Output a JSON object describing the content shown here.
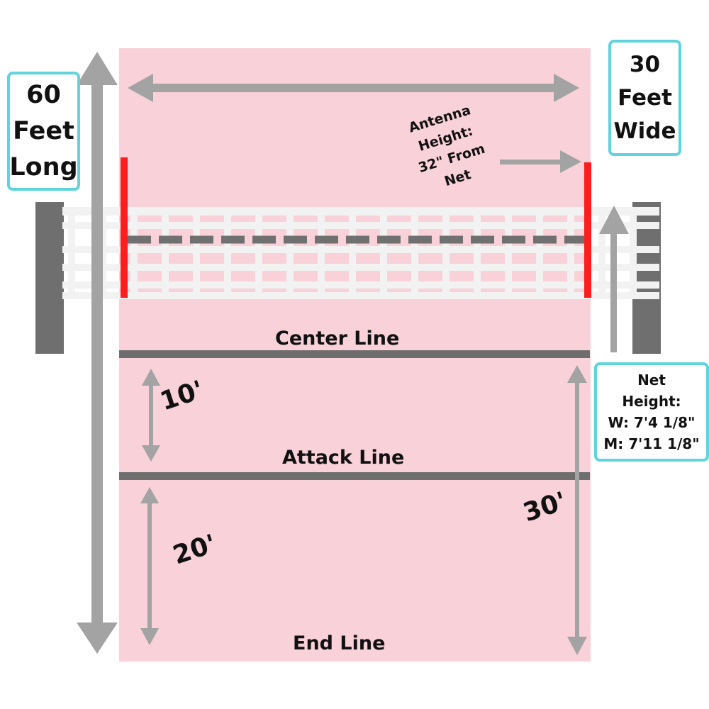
{
  "labels": {
    "length_line1": "60",
    "length_line2": "Feet",
    "length_line3": "Long",
    "width_line1": "30",
    "width_line2": "Feet",
    "width_line3": "Wide",
    "antenna_line1": "Antenna",
    "antenna_line2": "Height:",
    "antenna_line3": "32\" From",
    "antenna_line4": "Net",
    "net_line1": "Net",
    "net_line2": "Height:",
    "net_line3": "W: 7'4 1/8\"",
    "net_line4": "M: 7'11 1/8\"",
    "center_line": "Center Line",
    "attack_line": "Attack Line",
    "end_line": "End Line",
    "dim_10": "10'",
    "dim_20": "20'",
    "dim_30": "30'"
  },
  "colors": {
    "court": "#f9d1d8",
    "line": "#6e6e6e",
    "arrow": "#a3a3a3",
    "antenna": "#ff1e1e",
    "net": "#f2f2f2",
    "post": "#6f6f6f",
    "box_border": "#5fd4dc"
  }
}
